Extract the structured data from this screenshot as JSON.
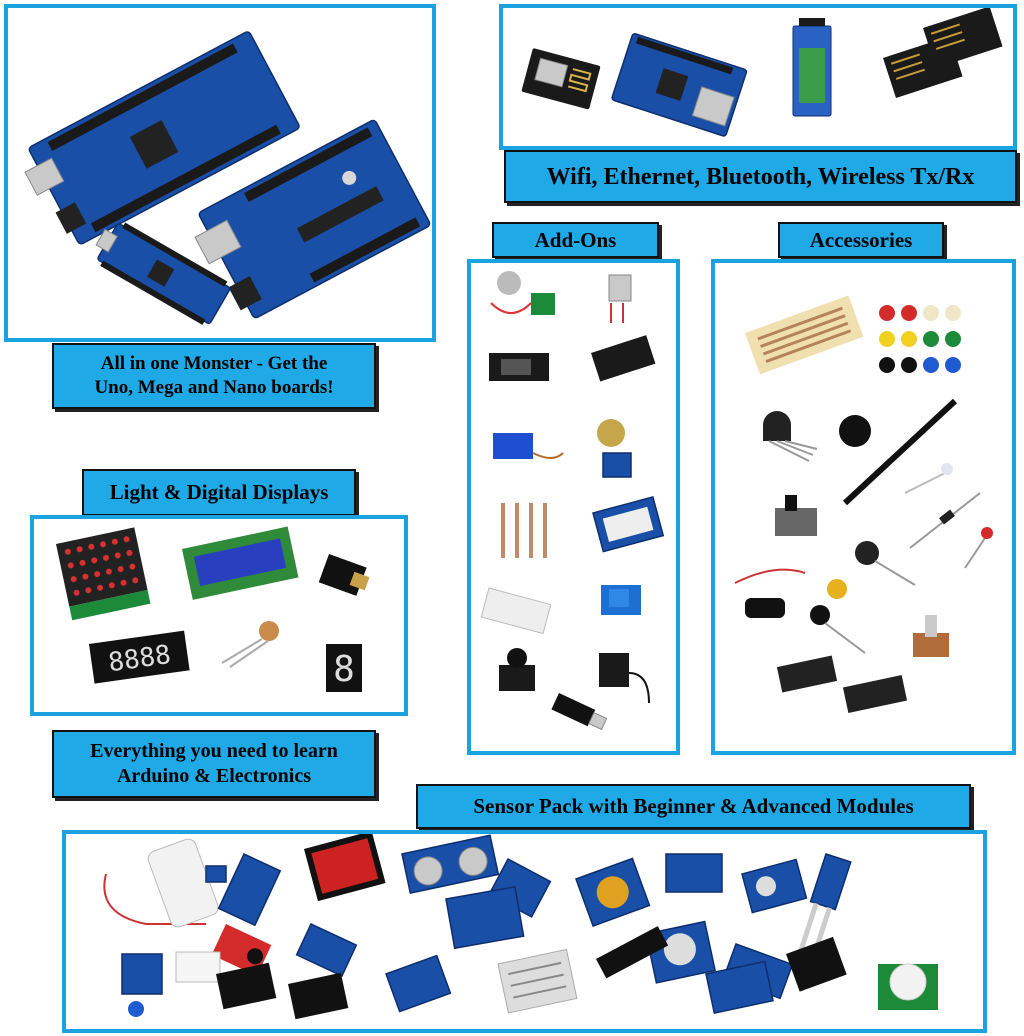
{
  "labels": {
    "boards_line1": "All in one Monster - Get the",
    "boards_line2": "Uno, Mega and Nano boards!",
    "wireless": "Wifi, Ethernet, Bluetooth, Wireless Tx/Rx",
    "addons": "Add-Ons",
    "accessories": "Accessories",
    "displays": "Light & Digital Displays",
    "learn_line1": "Everything you need to learn",
    "learn_line2": "Arduino & Electronics",
    "sensors": "Sensor Pack with Beginner & Advanced Modules"
  },
  "colors": {
    "frame_border": "#1aa3e0",
    "label_fill": "#1fa9e6",
    "pcb_blue": "#1a4fa8"
  }
}
